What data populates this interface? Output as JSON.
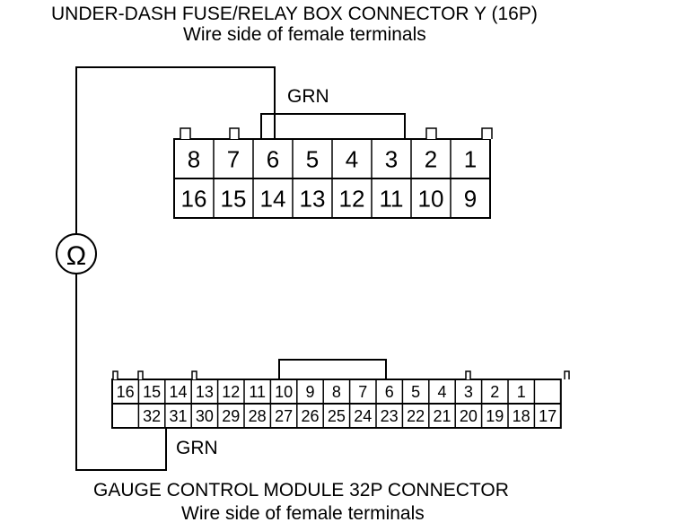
{
  "top_connector": {
    "title": "UNDER-DASH FUSE/RELAY BOX CONNECTOR Y (16P)",
    "subtitle": "Wire side of female terminals",
    "wire_label": "GRN",
    "row1": [
      "8",
      "7",
      "6",
      "5",
      "4",
      "3",
      "2",
      "1"
    ],
    "row2": [
      "16",
      "15",
      "14",
      "13",
      "12",
      "11",
      "10",
      "9"
    ]
  },
  "bottom_connector": {
    "title": "GAUGE CONTROL MODULE 32P CONNECTOR",
    "subtitle": "Wire side of female terminals",
    "wire_label": "GRN",
    "row1": [
      "16",
      "15",
      "14",
      "13",
      "12",
      "11",
      "10",
      "9",
      "8",
      "7",
      "6",
      "5",
      "4",
      "3",
      "2",
      "1",
      ""
    ],
    "row2": [
      "",
      "32",
      "31",
      "30",
      "29",
      "28",
      "27",
      "26",
      "25",
      "24",
      "23",
      "22",
      "21",
      "20",
      "19",
      "18",
      "17"
    ]
  },
  "meter": {
    "symbol": "Ω",
    "icon": "ohmmeter-icon"
  }
}
